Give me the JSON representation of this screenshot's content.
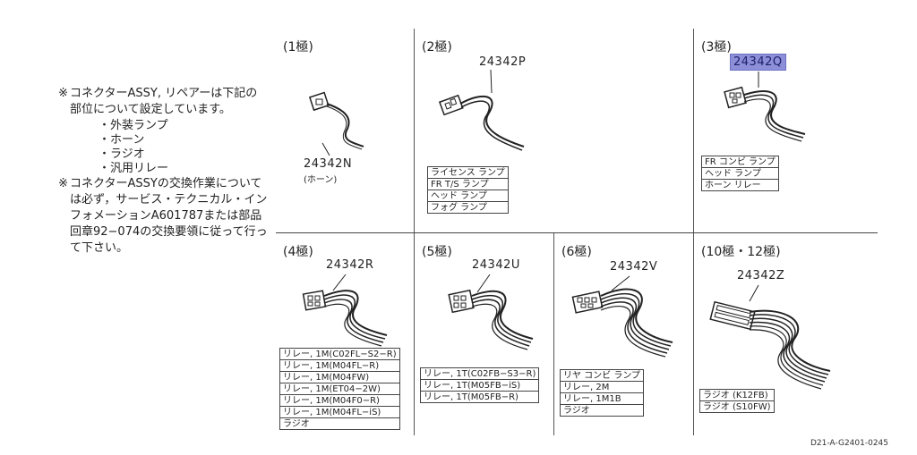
{
  "notes": {
    "note1": {
      "mark": "※",
      "text": "コネクターASSY, リペアーは下記の部位について設定しています。",
      "items": [
        "外装ランプ",
        "ホーン",
        "ラジオ",
        "汎用リレー"
      ]
    },
    "note2": {
      "mark": "※",
      "text": "コネクターASSYの交換作業については必ず，サービス・テクニカル・インフォメーションA601787または部品回章92−074の交換要領に従って行って下さい。"
    }
  },
  "cells": {
    "pole1": {
      "title": "(1極)",
      "part": "24342N",
      "sub": "(ホーン)"
    },
    "pole2": {
      "title": "(2極)",
      "part": "24342P",
      "labels": [
        "ライセンス ランプ",
        "FR T/S ランプ",
        "ヘッド ランプ",
        "フォグ ランプ"
      ]
    },
    "pole3": {
      "title": "(3極)",
      "part": "24342Q",
      "labels": [
        "FR コンビ ランプ",
        "ヘッド ランプ",
        "ホーン リレー"
      ]
    },
    "pole4": {
      "title": "(4極)",
      "part": "24342R",
      "labels": [
        "リレー, 1M(C02FL−S2−R)",
        "リレー, 1M(M04FL−R)",
        "リレー, 1M(M04FW)",
        "リレー, 1M(ET04−2W)",
        "リレー, 1M(M04F0−R)",
        "リレー, 1M(M04FL−iS)",
        "ラジオ"
      ]
    },
    "pole5": {
      "title": "(5極)",
      "part": "24342U",
      "labels": [
        "リレー, 1T(C02FB−S3−R)",
        "リレー, 1T(M05FB−iS)",
        "リレー, 1T(M05FB−R)"
      ]
    },
    "pole6": {
      "title": "(6極)",
      "part": "24342V",
      "labels": [
        "リヤ コンビ ランプ",
        "リレー, 2M",
        "リレー, 1M1B",
        "ラジオ"
      ]
    },
    "pole10": {
      "title": "(10極・12極)",
      "part": "24342Z",
      "labels": [
        "ラジオ (K12FB)",
        "ラジオ (S10FW)"
      ]
    }
  },
  "footer": "D21-A-G2401-0245"
}
